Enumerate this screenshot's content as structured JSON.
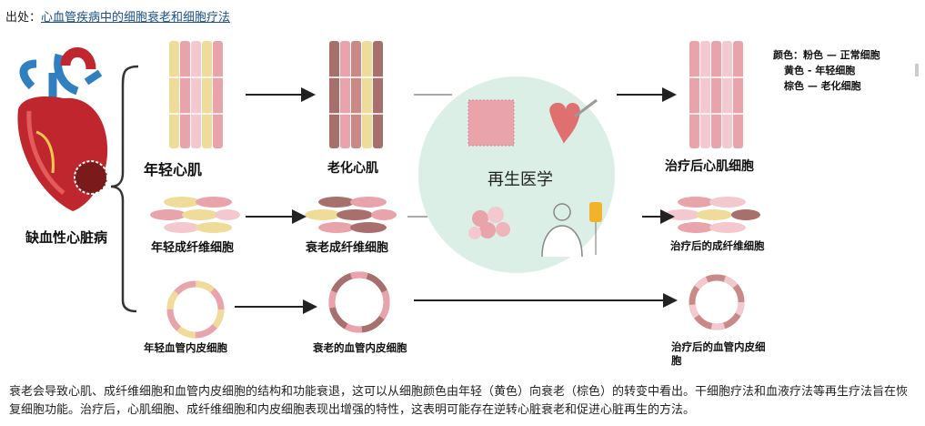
{
  "source": {
    "prefix": "出处：",
    "link_text": "心血管疾病中的细胞衰老和细胞疗法"
  },
  "diagram": {
    "heart_label": "缺血性心脏病",
    "center_label": "再生医学",
    "rows": [
      {
        "young": "年轻心肌",
        "aged": "老化心肌",
        "treated": "治疗后心肌细胞"
      },
      {
        "young": "年轻成纤维细胞",
        "aged": "衰老成纤维细胞",
        "treated": "治疗后的成纤维细胞"
      },
      {
        "young": "年轻血管内皮细胞",
        "aged": "衰老的血管内皮细胞",
        "treated": "治疗后的血管内皮细胞"
      }
    ]
  },
  "legend": {
    "line1": "颜色：粉色 — 正常细胞",
    "line2": "黄色 - 年轻细胞",
    "line3": "棕色 — 老化细胞"
  },
  "colors": {
    "pink": "#e8a3ab",
    "light_pink": "#f3c9cf",
    "yellow": "#f0dc9a",
    "brown": "#a8706c",
    "center_circle": "#dcefe6",
    "heart_red": "#c0262d",
    "heart_blue": "#2f7fc1"
  },
  "caption": "衰老会导致心肌、成纤维细胞和血管内皮细胞的结构和功能衰退，这可以从细胞颜色由年轻（黄色）向衰老（棕色）的转变中看出。干细胞疗法和血液疗法等再生疗法旨在恢复细胞功能。治疗后，心肌细胞、成纤维细胞和内皮细胞表现出增强的特性，这表明可能存在逆转心脏衰老和促进心脏再生的方法。"
}
